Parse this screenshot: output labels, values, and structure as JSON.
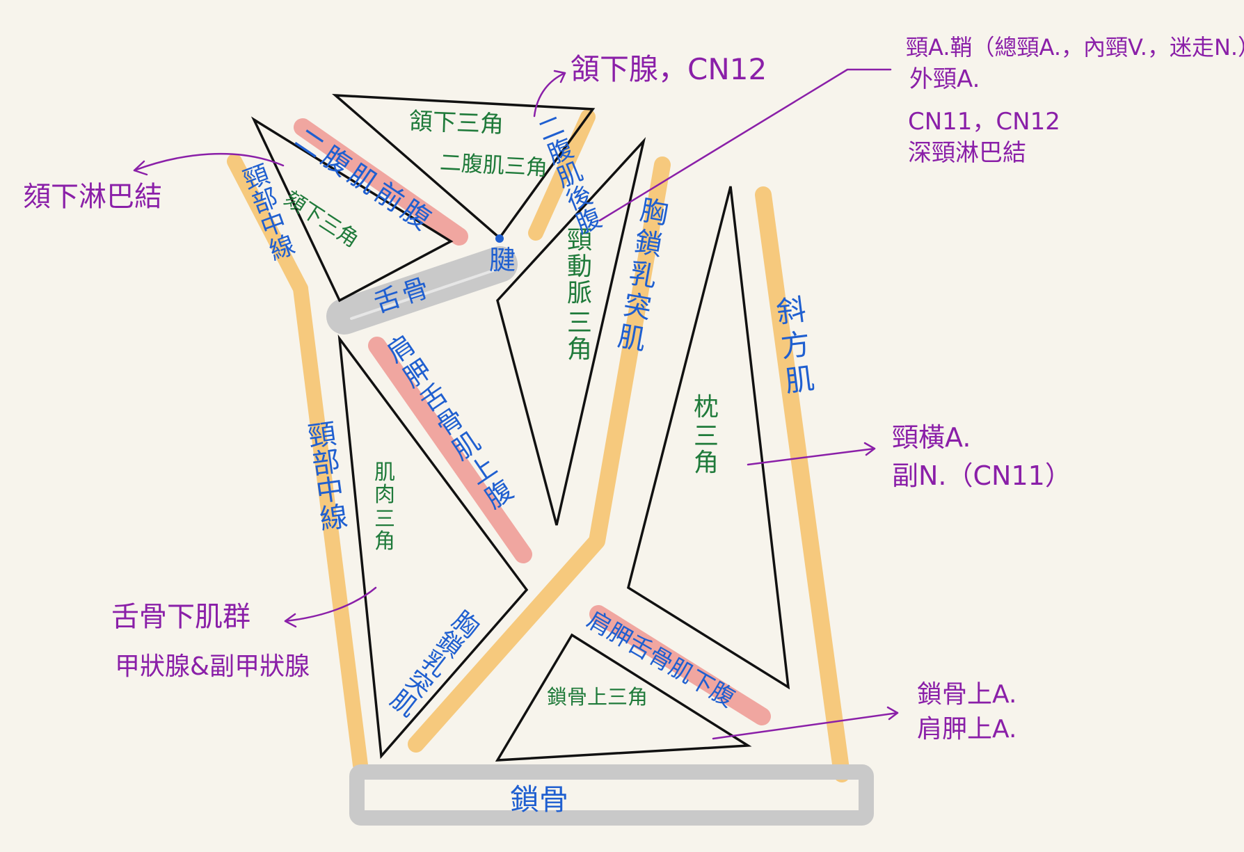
{
  "colors": {
    "background": "#f7f4ec",
    "outline": "#111111",
    "muscle_yellow": "#f6c97d",
    "muscle_red": "#f0a6a0",
    "bone_gray": "#c9c9c9",
    "triangle_label": "#1f7a3a",
    "structure_label": "#1f5fd0",
    "content_label": "#8a1fa8"
  },
  "triangles": {
    "submental": "頦下三角",
    "submandibular": "頷下三角",
    "digastric": "二腹肌三角",
    "carotid": [
      "頸",
      "動",
      "脈",
      "三",
      "角"
    ],
    "muscular": [
      "肌",
      "肉",
      "三",
      "角"
    ],
    "occipital": [
      "枕",
      "三",
      "角"
    ],
    "supraclavicular": "鎖骨上三角"
  },
  "structures": {
    "anterior_belly_digastric": "二腹肌前腹",
    "posterior_belly_digastric": "二腹肌後腹",
    "hyoid": "舌骨",
    "tendon": "腱",
    "midline_upper": "頸部中線",
    "midline_lower": "頸部中線",
    "superior_omohyoid": "肩胛舌骨肌上腹",
    "scm_upper": "胸鎖乳突肌",
    "scm_lower": "胸鎖乳突肌",
    "trapezius": "斜方肌",
    "inferior_omohyoid": "肩胛舌骨肌下腹",
    "clavicle": "鎖骨"
  },
  "contents": {
    "submental_nodes": "頦下淋巴結",
    "submandibular": "頷下腺，CN12",
    "carotid_line1": "頸A.鞘（總頸A.，內頸V.，迷走N.）",
    "carotid_line2": "外頸A.",
    "carotid_line3": "CN11，CN12",
    "carotid_line4": "深頸淋巴結",
    "muscular_line1": "舌骨下肌群",
    "muscular_line2": "甲狀腺&副甲狀腺",
    "occipital_line1": "頸橫A.",
    "occipital_line2": "副N.（CN11）",
    "supraclavicular_line1": "鎖骨上A.",
    "supraclavicular_line2": "肩胛上A."
  }
}
